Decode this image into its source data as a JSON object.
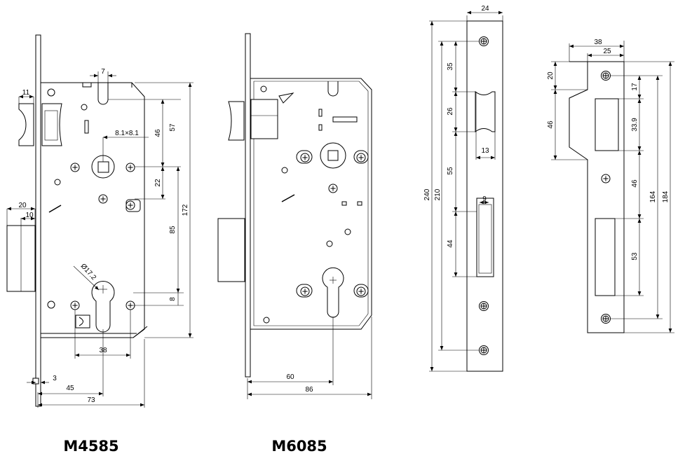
{
  "figure": {
    "titles": {
      "left_lock": "M4585",
      "middle_lock": "M6085"
    },
    "dimensions": {
      "m4585": {
        "latch_width": "11",
        "bolt_width": "20",
        "bolt_depth": "10",
        "thickness": "3",
        "spindle_slot": "7",
        "square_hole": "8.1×8.1",
        "cylinder_diameter": "Ø17.2",
        "d57": "57",
        "d46": "46",
        "d22": "22",
        "d85": "85",
        "d172": "172",
        "d8": "8",
        "d38": "38",
        "backset": "45",
        "case_width": "73"
      },
      "m6085": {
        "backset": "60",
        "case_width": "86"
      },
      "faceplate": {
        "width": "24",
        "d35": "35",
        "d26": "26",
        "d13": "13",
        "d55": "55",
        "d9": "9",
        "d44": "44",
        "d210": "210",
        "d240": "240"
      },
      "strike": {
        "d38": "38",
        "d25": "25",
        "d20": "20",
        "d46a": "46",
        "d17": "17",
        "d33_9": "33.9",
        "d46b": "46",
        "d53": "53",
        "d164": "164",
        "d184": "184"
      }
    }
  }
}
